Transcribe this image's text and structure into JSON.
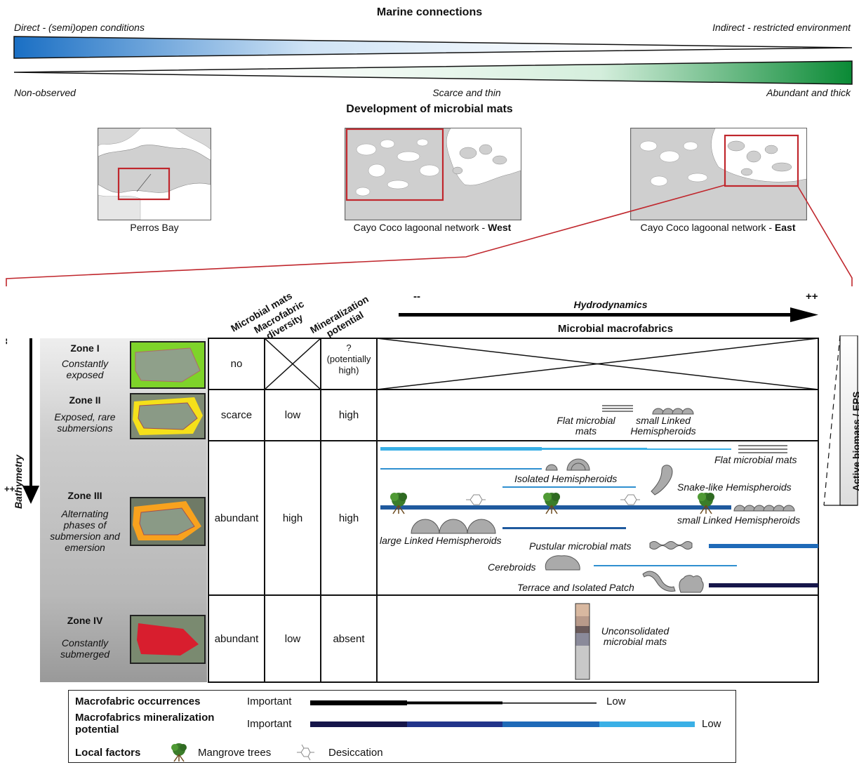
{
  "header": {
    "marine_title": "Marine connections",
    "marine_left": "Direct - (semi)open conditions",
    "marine_right": "Indirect - restricted environment",
    "mats_left": "Non-observed",
    "mats_mid": "Scarce and thin",
    "mats_right": "Abundant and thick",
    "mats_title": "Development of microbial mats",
    "colors": {
      "marine_blue": "#1a6fc4",
      "mats_green": "#0a8a35"
    }
  },
  "maps": [
    {
      "caption": "Perros Bay",
      "caption_bold": ""
    },
    {
      "caption": "Cayo Coco lagoonal network - ",
      "caption_bold": "West"
    },
    {
      "caption": "Cayo Coco lagoonal network - ",
      "caption_bold": "East"
    }
  ],
  "table": {
    "col_headers": {
      "mats": "Microbial mats",
      "diversity_1": "Macrofabric",
      "diversity_2": "diversity",
      "mineral_1": "Mineralization",
      "mineral_2": "potential"
    },
    "hydro_minus": "--",
    "hydro_plus": "++",
    "hydro_label": "Hydrodynamics",
    "macrofabrics_title": "Microbial macrofabrics",
    "bathymetry": "Bathymetry",
    "bathy_top": "--",
    "bathy_bottom": "++",
    "biomass": "Active biomass / EPS",
    "zones": [
      {
        "name": "Zone I",
        "desc": [
          "Constantly",
          "exposed"
        ],
        "mats": "no",
        "diversity": "",
        "mineral_1": "?",
        "mineral_2": "(potentially",
        "mineral_3": "high)",
        "color": "#7ed32a"
      },
      {
        "name": "Zone II",
        "desc": [
          "Exposed, rare",
          "submersions"
        ],
        "mats": "scarce",
        "diversity": "low",
        "mineral": "high",
        "color": "#f5e01a"
      },
      {
        "name": "Zone III",
        "desc": [
          "Alternating",
          "phases of",
          "submersion and",
          "emersion"
        ],
        "mats": "abundant",
        "diversity": "high",
        "mineral": "high",
        "color": "#f8a21e"
      },
      {
        "name": "Zone IV",
        "desc": [
          "Constantly",
          "submerged"
        ],
        "mats": "abundant",
        "diversity": "low",
        "mineral": "absent",
        "color": "#d81e2e"
      }
    ],
    "fabrics": {
      "z2_flat": [
        "Flat microbial",
        "mats"
      ],
      "z2_linked": [
        "small Linked",
        "Hemispheroids"
      ],
      "z3_flat": "Flat microbial mats",
      "z3_isolated": "Isolated Hemispheroids",
      "z3_snake": "Snake-like Hemispheroids",
      "z3_small_linked": "small Linked Hemispheroids",
      "z3_large_linked": "large Linked Hemispheroids",
      "z3_pustular": "Pustular microbial mats",
      "z3_cerebroids": "Cerebroids",
      "z3_terrace": "Terrace and Isolated Patch",
      "z4_unconsolidated": [
        "Unconsolidated",
        "microbial mats"
      ]
    }
  },
  "legend": {
    "occurrences_label": "Macrofabric occurrences",
    "occurrences_high": "Important",
    "occurrences_low": "Low",
    "mineral_label_1": "Macrofabrics mineralization",
    "mineral_label_2": "potential",
    "mineral_high": "Important",
    "mineral_low": "Low",
    "local_label": "Local factors",
    "mangrove": "Mangrove trees",
    "desiccation": "Desiccation",
    "ramp_colors": [
      "#16164a",
      "#22348a",
      "#1f6ab8",
      "#2f8fd0",
      "#3ab0e6"
    ]
  }
}
